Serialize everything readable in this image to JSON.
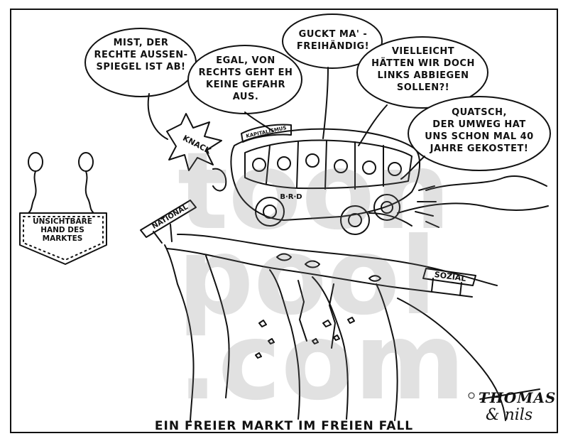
{
  "bubbles": {
    "b1": "MIST, DER\nRECHTE AUSSEN-\nSPIEGEL IST AB!",
    "b2": "EGAL, VON\nRECHTS GEHT EH\nKEINE GEFAHR AUS.",
    "b3": "GUCKT MA' -\nFREIHÄNDIG!",
    "b4": "VIELLEICHT\nHÄTTEN WIR DOCH\nLINKS ABBIEGEN\nSOLLEN?!",
    "b5": "QUATSCH,\nDER UMWEG HAT\nUNS SCHON MAL 40\nJAHRE GEKOSTET!"
  },
  "signs": {
    "hand": "UNSICHTBARE\nHAND DES\nMARKTES",
    "national": "NATIONAL",
    "sozial": "SOZIAL",
    "bus_top": "KAPITALISMUS",
    "bus_side": "B·R·D",
    "knack": "KNACK"
  },
  "caption": "EIN FREIER MARKT IM FREIEN FALL",
  "signature": {
    "line1": "THOMAS",
    "line2": "& nils"
  },
  "watermark": "toon\npool\n.com"
}
